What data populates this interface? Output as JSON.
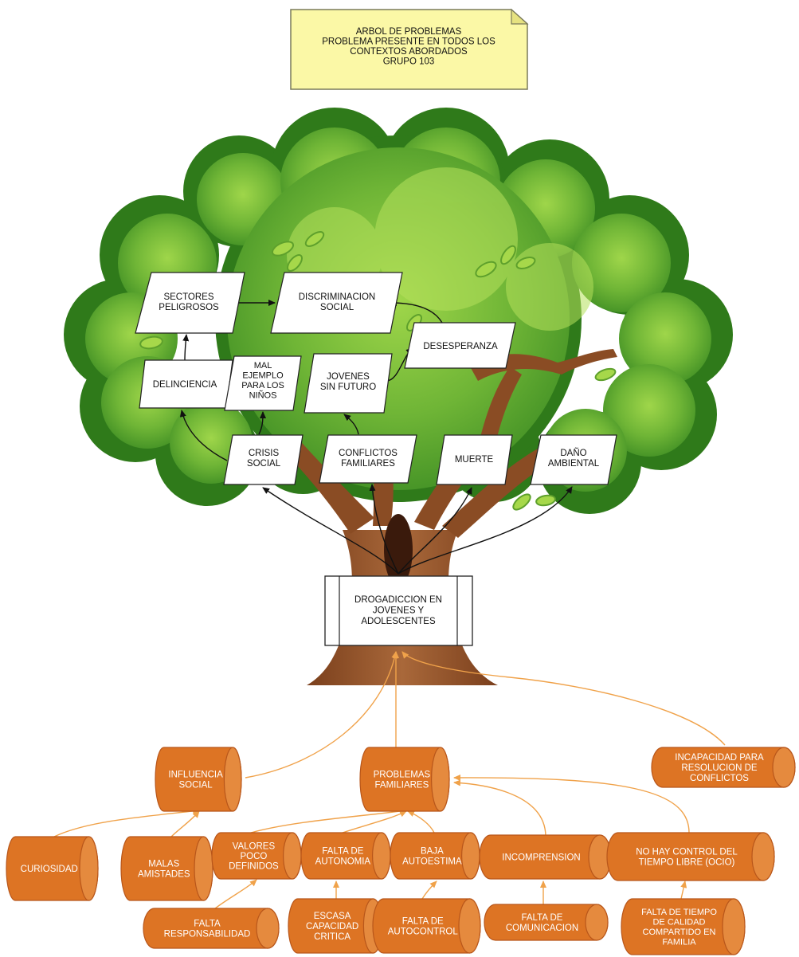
{
  "title_note": [
    "ARBOL  DE PROBLEMAS",
    "PROBLEMA PRESENTE EN TODOS LOS",
    "CONTEXTOS ABORDADOS",
    "GRUPO 103"
  ],
  "central_problem": [
    "DROGADICCION EN",
    "JOVENES Y",
    "ADOLESCENTES"
  ],
  "effects": {
    "sectores_peligrosos": [
      "SECTORES",
      "PELIGROSOS"
    ],
    "discriminacion_social": [
      "DISCRIMINACION",
      "SOCIAL"
    ],
    "desesperanza": [
      "DESESPERANZA"
    ],
    "delincuencia": [
      "DELINCIENCIA"
    ],
    "mal_ejemplo": [
      "MAL",
      "EJEMPLO",
      "PARA LOS",
      "NIÑOS"
    ],
    "jovenes_sin_futuro": [
      "JOVENES",
      "SIN FUTURO"
    ],
    "crisis_social": [
      "CRISIS",
      "SOCIAL"
    ],
    "conflictos_familiares": [
      "CONFLICTOS",
      "FAMILIARES"
    ],
    "muerte": [
      "MUERTE"
    ],
    "dano_ambiental": [
      "DAÑO",
      "AMBIENTAL"
    ]
  },
  "causes": {
    "influencia_social": [
      "INFLUENCIA",
      "SOCIAL"
    ],
    "problemas_familiares": [
      "PROBLEMAS",
      "FAMILIARES"
    ],
    "incapacidad_resolucion": [
      "INCAPACIDAD PARA",
      "RESOLUCION DE",
      "CONFLICTOS"
    ],
    "curiosidad": [
      "CURIOSIDAD"
    ],
    "malas_amistades": [
      "MALAS",
      "AMISTADES"
    ],
    "valores_poco_definidos": [
      "VALORES",
      "POCO",
      "DEFINIDOS"
    ],
    "falta_autonomia": [
      "FALTA DE",
      "AUTONOMIA"
    ],
    "baja_autoestima": [
      "BAJA",
      "AUTOESTIMA"
    ],
    "incomprension": [
      "INCOMPRENSION"
    ],
    "no_control_tiempo": [
      "NO  HAY CONTROL DEL",
      "TIEMPO LIBRE (OCIO)"
    ],
    "falta_responsabilidad": [
      "FALTA",
      "RESPONSABILIDAD"
    ],
    "escasa_capacidad": [
      "ESCASA",
      "CAPACIDAD",
      "CRITICA"
    ],
    "falta_autocontrol": [
      "FALTA DE",
      "AUTOCONTROL"
    ],
    "falta_comunicacion": [
      "FALTA DE",
      "COMUNICACION"
    ],
    "falta_tiempo_calidad": [
      "FALTA DE TIEMPO",
      "DE CALIDAD",
      "COMPARTIDO EN",
      "FAMILIA"
    ]
  },
  "colors": {
    "note_fill": "#fbf8a6",
    "cause_fill": "#dd7424",
    "cause_stroke": "#b8561a",
    "cause_text": "#ffffff",
    "orange_arrow": "#f0a24a",
    "effect_fill": "#ffffff",
    "effect_text": "#111111",
    "foliage_dark": "#3f8e24",
    "foliage_light": "#8dcb3c",
    "trunk": "#9c5a2c"
  }
}
